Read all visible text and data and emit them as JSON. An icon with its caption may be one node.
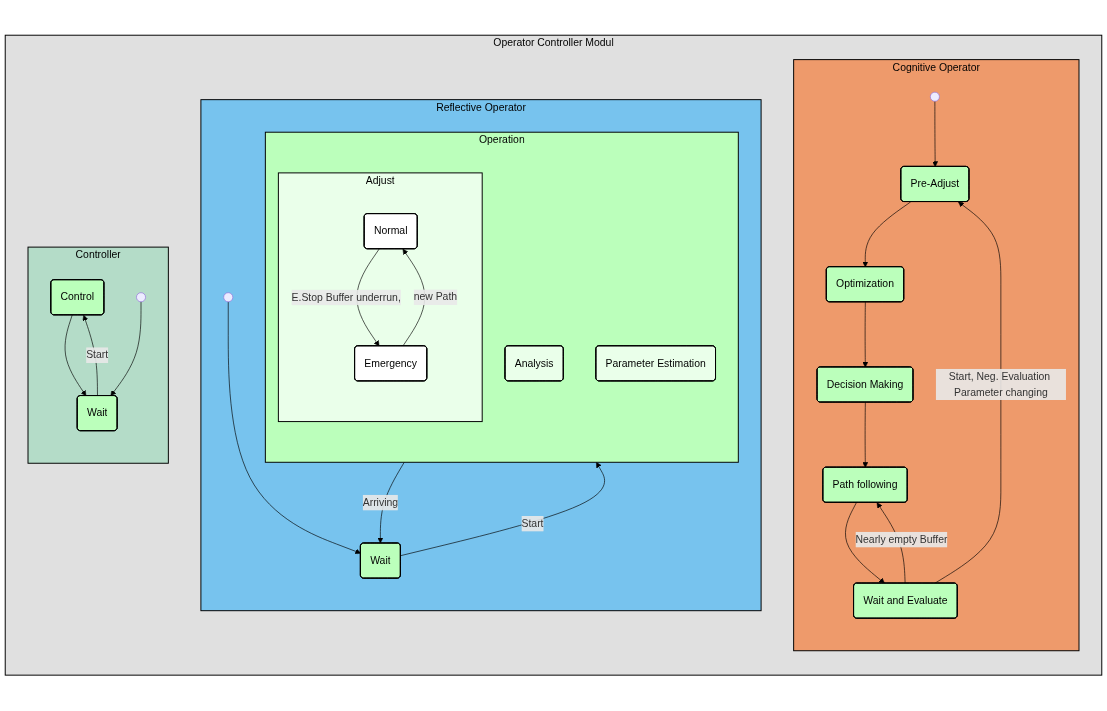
{
  "diagram": {
    "nodes": [
      {
        "text": [
          "Operator Controller Modul"
        ]
      },
      {
        "text": [
          "Cognitive Operator"
        ],
        "in": 0
      },
      {
        "text": [],
        "shape": "circle",
        "in": 1
      },
      {
        "text": [
          "Pre-Adjust"
        ],
        "in": 1
      },
      {
        "text": [
          "Optimization"
        ],
        "in": 1
      },
      {
        "text": [
          "Decision Making"
        ],
        "in": 1
      },
      {
        "text": [
          "Path following"
        ],
        "in": 1
      },
      {
        "text": [
          "Wait and Evaluate"
        ],
        "in": 1
      },
      {
        "text": [
          "Reflective Operator"
        ],
        "in": 0
      },
      {
        "text": [
          "Operation"
        ],
        "in": 8
      },
      {
        "text": [
          "Analysis"
        ],
        "in": 9
      },
      {
        "text": [
          "Parameter Estimation"
        ],
        "in": 9
      },
      {
        "text": [
          "Adjust"
        ],
        "in": 9
      },
      {
        "text": [
          "Normal"
        ],
        "in": 12
      },
      {
        "text": [
          "Emergency"
        ],
        "in": 12
      },
      {
        "text": [
          "Wait"
        ],
        "in": 8
      },
      {
        "text": [],
        "shape": "circle",
        "in": 8
      },
      {
        "text": [
          "Controller"
        ],
        "in": 0
      },
      {
        "text": [
          "Control"
        ],
        "in": 17
      },
      {
        "text": [
          "Wait"
        ],
        "in": 17
      },
      {
        "text": [],
        "shape": "circle",
        "in": 17
      }
    ],
    "edges": [
      {
        "from": 2,
        "to": 3,
        "arrow": "to"
      },
      {
        "from": 3,
        "to": 4,
        "arrow": "to"
      },
      {
        "from": 4,
        "to": 5,
        "arrow": "to"
      },
      {
        "from": 5,
        "to": 6,
        "arrow": "to"
      },
      {
        "from": 6,
        "to": 7,
        "arrow": "to"
      },
      {
        "from": 7,
        "to": 6,
        "label": "Nearly empty Buffer",
        "arrow": "to"
      },
      {
        "from": 7,
        "to": 3,
        "label": "Start, Neg. Evaluation Parameter changing",
        "arrow": "to"
      },
      {
        "from": 13,
        "to": 14,
        "label": "E.Stop Buffer underrun,",
        "arrow": "to"
      },
      {
        "from": 14,
        "to": 13,
        "label": "new Path",
        "arrow": "to"
      },
      {
        "from": 15,
        "to": 9,
        "label": "Start",
        "arrow": "to"
      },
      {
        "from": 9,
        "to": 15,
        "label": "Arriving",
        "arrow": "to"
      },
      {
        "from": 16,
        "to": 15,
        "arrow": "to"
      },
      {
        "from": 18,
        "to": 19,
        "arrow": "to"
      },
      {
        "from": 19,
        "to": 18,
        "label": "Start",
        "arrow": "to"
      },
      {
        "from": 20,
        "to": 19,
        "arrow": "to"
      }
    ]
  }
}
